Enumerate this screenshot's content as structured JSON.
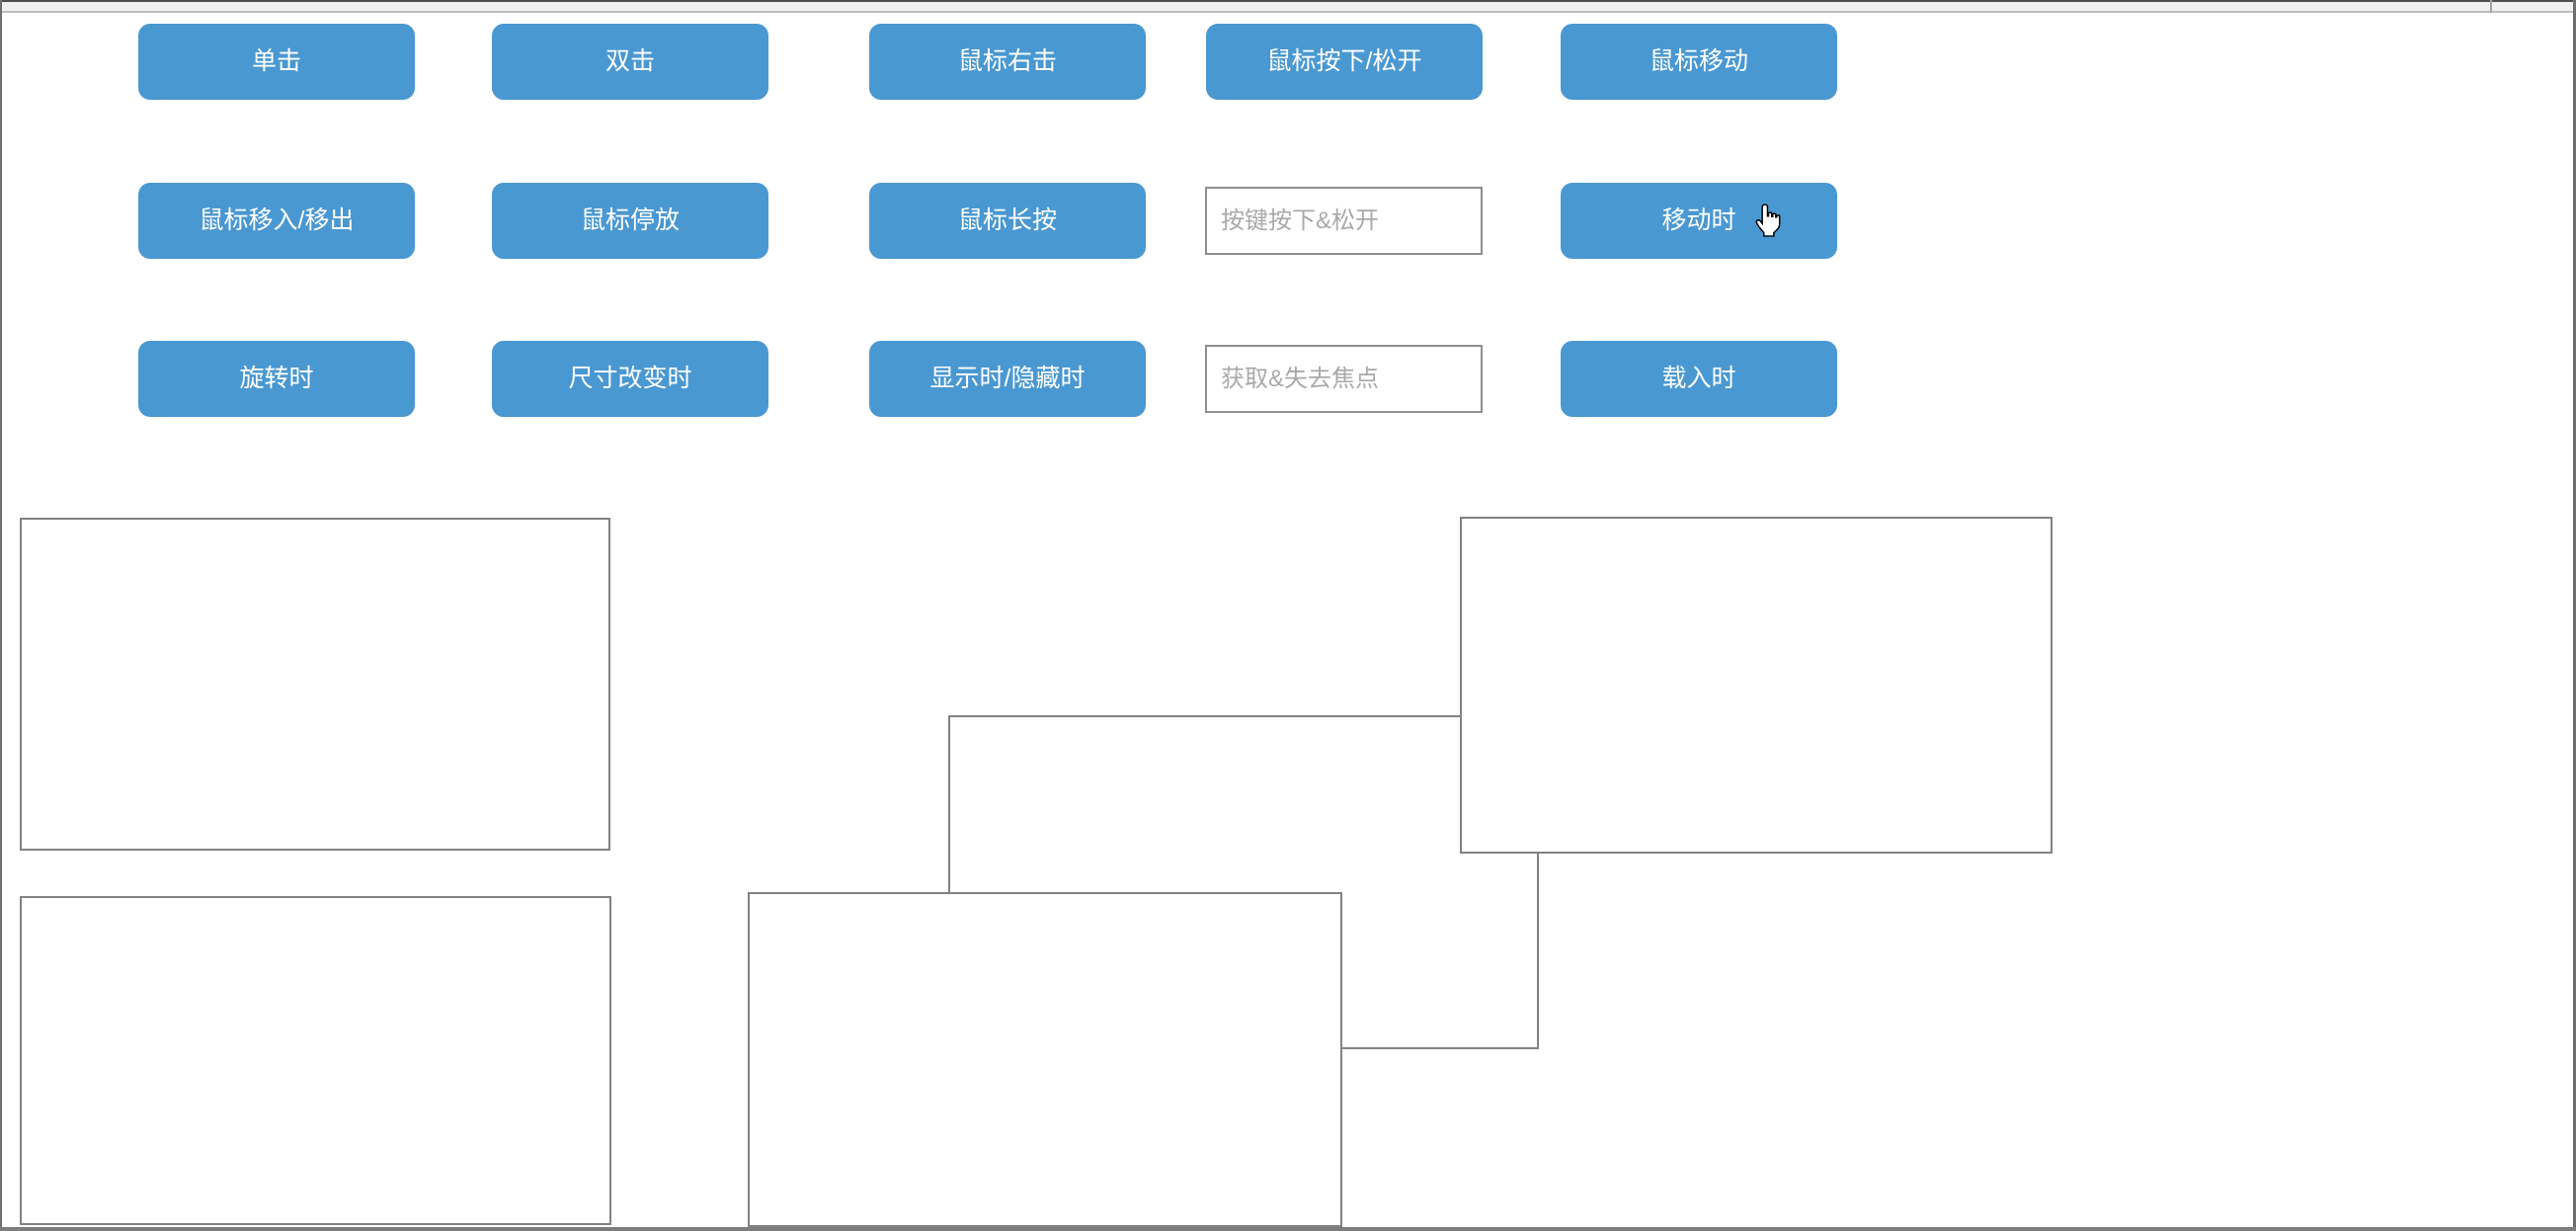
{
  "buttons": {
    "row1": [
      "单击",
      "双击",
      "鼠标右击",
      "鼠标按下/松开",
      "鼠标移动"
    ],
    "row2": [
      "鼠标移入/移出",
      "鼠标停放",
      "鼠标长按",
      "移动时"
    ],
    "row3": [
      "旋转时",
      "尺寸改变时",
      "显示时/隐藏时",
      "载入时"
    ]
  },
  "inputs": {
    "key_updown": {
      "placeholder": "按键按下&松开",
      "value": ""
    },
    "focus_blur": {
      "placeholder": "获取&失去焦点",
      "value": ""
    }
  },
  "colors": {
    "button_bg": "#4a98d2",
    "button_text": "#ffffff",
    "box_border": "#828282",
    "input_border": "#8f8f8f",
    "placeholder_text": "#a9a9a9",
    "scrollbar_track": "#f0f0f0",
    "frame_border": "#6e6e6e"
  },
  "cursor": {
    "type": "hand-pointer"
  }
}
